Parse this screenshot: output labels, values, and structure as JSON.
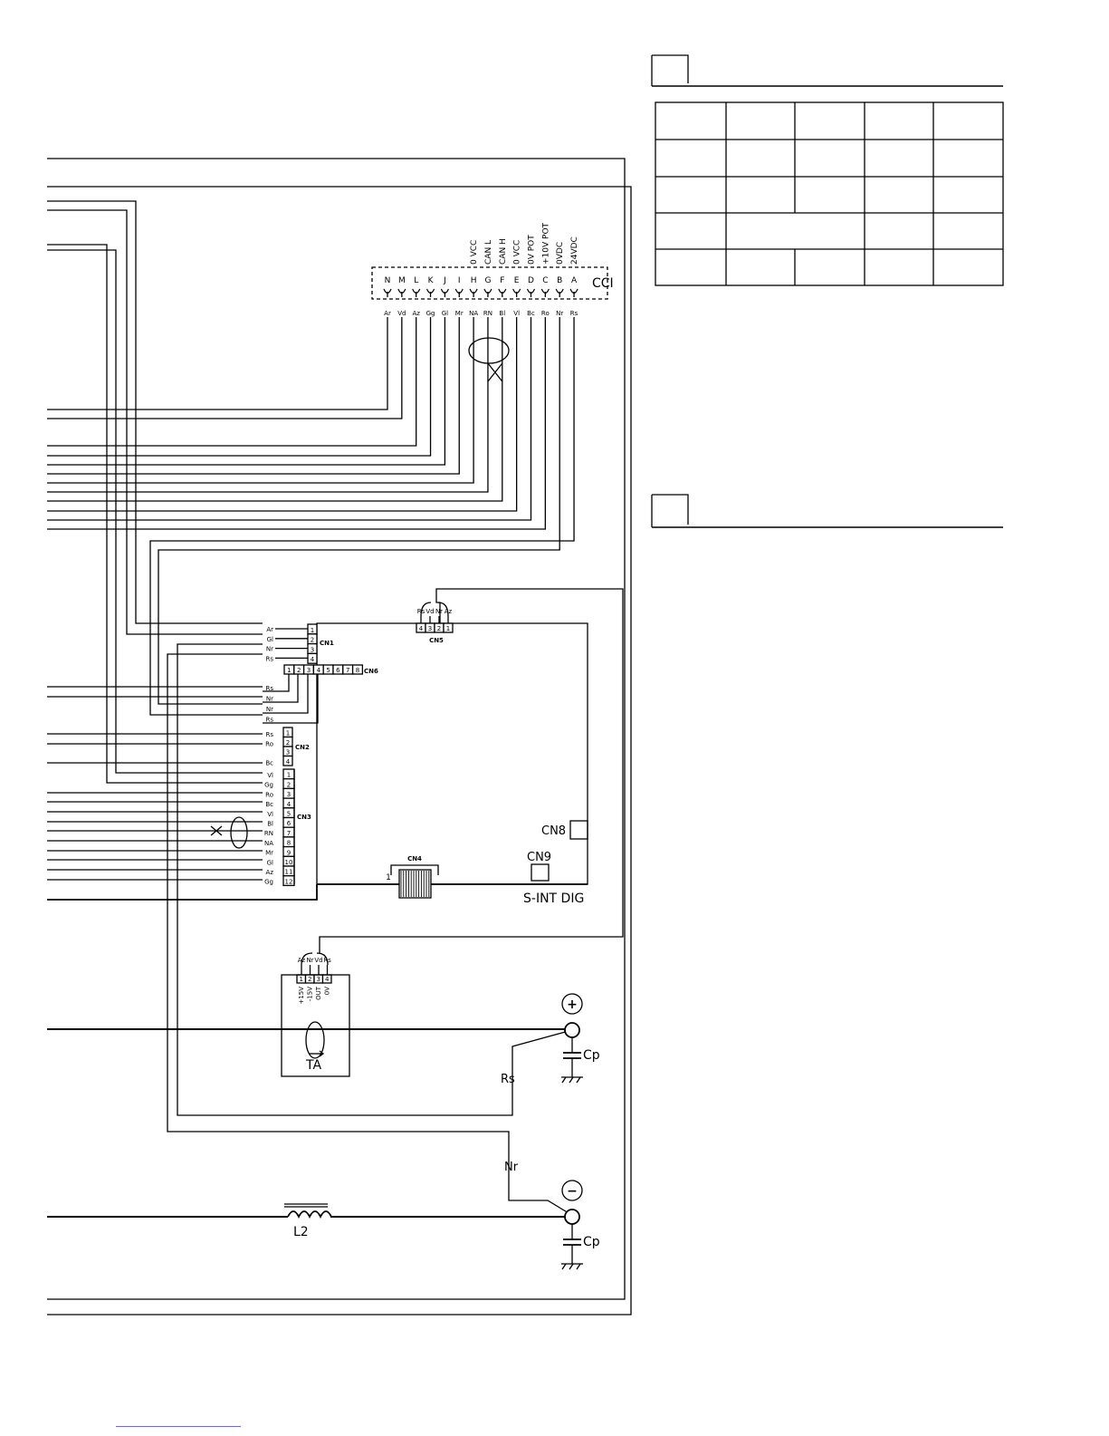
{
  "ccn": {
    "tag": "CCI",
    "pins": [
      {
        "letter": "N",
        "color": "Ar",
        "signal": ""
      },
      {
        "letter": "M",
        "color": "Vd",
        "signal": ""
      },
      {
        "letter": "L",
        "color": "Az",
        "signal": ""
      },
      {
        "letter": "K",
        "color": "Gg",
        "signal": ""
      },
      {
        "letter": "J",
        "color": "Gl",
        "signal": ""
      },
      {
        "letter": "I",
        "color": "Mr",
        "signal": ""
      },
      {
        "letter": "H",
        "color": "NA",
        "signal": "0 VCC"
      },
      {
        "letter": "G",
        "color": "RN",
        "signal": "CAN L"
      },
      {
        "letter": "F",
        "color": "Bl",
        "signal": "CAN H"
      },
      {
        "letter": "E",
        "color": "Vl",
        "signal": "0 VCC"
      },
      {
        "letter": "D",
        "color": "Bc",
        "signal": "0V POT"
      },
      {
        "letter": "C",
        "color": "Ro",
        "signal": "+10V POT"
      },
      {
        "letter": "B",
        "color": "Nr",
        "signal": "0VDC"
      },
      {
        "letter": "A",
        "color": "Rs",
        "signal": "24VDC"
      }
    ]
  },
  "board": {
    "name": "S-INT DIG",
    "cn1": {
      "label": "CN1",
      "wires": [
        "Ar",
        "Gl",
        "Nr",
        "Rs"
      ],
      "pins": [
        "1",
        "2",
        "3",
        "4"
      ]
    },
    "cn6": {
      "label": "CN6",
      "wires": [
        "Rs",
        "Nr",
        "Nr",
        "Rs"
      ],
      "pins": [
        "1",
        "2",
        "3",
        "4",
        "5",
        "6",
        "7",
        "8"
      ]
    },
    "cn2": {
      "label": "CN2",
      "wires": [
        "Rs",
        "Ro",
        "",
        "Bc"
      ],
      "pins": [
        "1",
        "2",
        "3",
        "4"
      ]
    },
    "cn3": {
      "label": "CN3",
      "wires": [
        "Vl",
        "Gg",
        "Ro",
        "Bc",
        "Vl",
        "Bl",
        "RN",
        "NA",
        "Mr",
        "Gl",
        "Az",
        "Gg"
      ],
      "pins": [
        "1",
        "2",
        "3",
        "4",
        "5",
        "6",
        "7",
        "8",
        "9",
        "10",
        "11",
        "12"
      ]
    },
    "cn5": {
      "label": "CN5",
      "wires": [
        "Rs",
        "Vd",
        "Nr",
        "Az"
      ],
      "pins": [
        "4",
        "3",
        "2",
        "1"
      ]
    },
    "cn4": {
      "label": "CN4",
      "pin1": "1"
    },
    "cn8": {
      "label": "CN8"
    },
    "cn9": {
      "label": "CN9"
    }
  },
  "ta": {
    "label": "TA",
    "wires": [
      "Az",
      "Nr",
      "Vd",
      "Rs"
    ],
    "pins": [
      "1",
      "2",
      "3",
      "4"
    ],
    "signals": [
      "+15V",
      "-15V",
      "OUT",
      "0V"
    ]
  },
  "power": {
    "plus": "+",
    "minus": "−",
    "cap_label": "Cp",
    "wire_rs": "Rs",
    "wire_nr": "Nr",
    "inductor": "L2"
  }
}
